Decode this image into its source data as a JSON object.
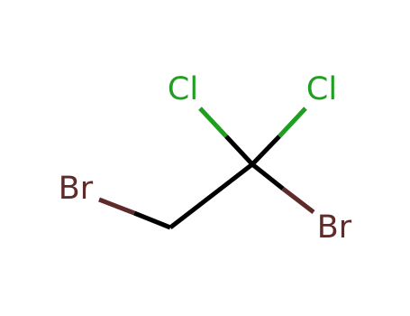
{
  "colors": {
    "background": "#ffffff",
    "carbon": "#000000",
    "chlorine": "#1f9f1f",
    "bromine": "#5e2a2a"
  },
  "atoms": [
    {
      "id": "br1",
      "symbol": "Br",
      "element": "bromine"
    },
    {
      "id": "c1",
      "symbol": "",
      "element": "carbon"
    },
    {
      "id": "c2",
      "symbol": "",
      "element": "carbon"
    },
    {
      "id": "cl1",
      "symbol": "Cl",
      "element": "chlorine"
    },
    {
      "id": "cl2",
      "symbol": "Cl",
      "element": "chlorine"
    },
    {
      "id": "br2",
      "symbol": "Br",
      "element": "bromine"
    }
  ],
  "bonds": [
    {
      "from": "br1",
      "to": "c1"
    },
    {
      "from": "c1",
      "to": "c2"
    },
    {
      "from": "c2",
      "to": "cl1"
    },
    {
      "from": "c2",
      "to": "cl2"
    },
    {
      "from": "c2",
      "to": "br2"
    }
  ]
}
